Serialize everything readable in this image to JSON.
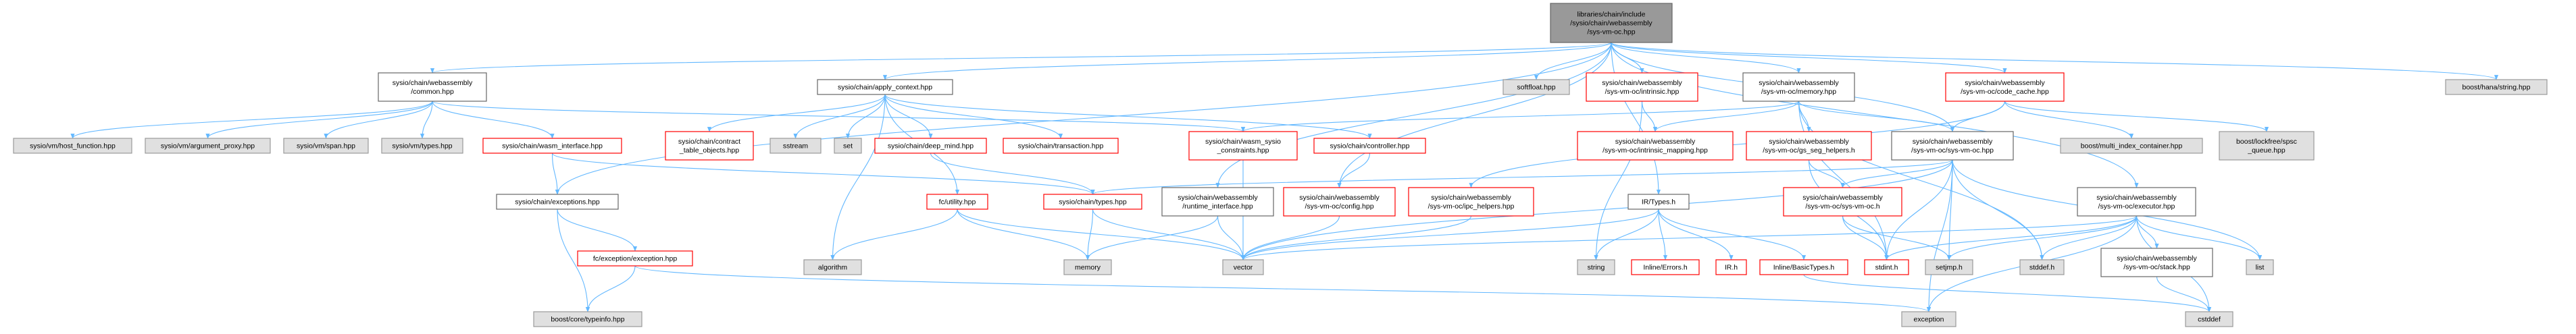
{
  "nodes": [
    {
      "id": "root",
      "lines": [
        "libraries/chain/include",
        "/sysio/chain/webassembly",
        "/sys-vm-oc.hpp"
      ],
      "style": "root"
    },
    {
      "id": "common",
      "lines": [
        "sysio/chain/webassembly",
        "/common.hpp"
      ],
      "style": "normal"
    },
    {
      "id": "apply_context",
      "lines": [
        "sysio/chain/apply_context.hpp"
      ],
      "style": "normal"
    },
    {
      "id": "softfloat",
      "lines": [
        "softfloat.hpp"
      ],
      "style": "gray"
    },
    {
      "id": "intrinsic",
      "lines": [
        "sysio/chain/webassembly",
        "/sys-vm-oc/intrinsic.hpp"
      ],
      "style": "red"
    },
    {
      "id": "memory_hpp",
      "lines": [
        "sysio/chain/webassembly",
        "/sys-vm-oc/memory.hpp"
      ],
      "style": "normal"
    },
    {
      "id": "code_cache",
      "lines": [
        "sysio/chain/webassembly",
        "/sys-vm-oc/code_cache.hpp"
      ],
      "style": "red"
    },
    {
      "id": "hana_string",
      "lines": [
        "boost/hana/string.hpp"
      ],
      "style": "gray"
    },
    {
      "id": "host_function",
      "lines": [
        "sysio/vm/host_function.hpp"
      ],
      "style": "gray"
    },
    {
      "id": "argument_proxy",
      "lines": [
        "sysio/vm/argument_proxy.hpp"
      ],
      "style": "gray"
    },
    {
      "id": "span",
      "lines": [
        "sysio/vm/span.hpp"
      ],
      "style": "gray"
    },
    {
      "id": "vm_types",
      "lines": [
        "sysio/vm/types.hpp"
      ],
      "style": "gray"
    },
    {
      "id": "wasm_interface",
      "lines": [
        "sysio/chain/wasm_interface.hpp"
      ],
      "style": "red"
    },
    {
      "id": "contract_table",
      "lines": [
        "sysio/chain/contract",
        "_table_objects.hpp"
      ],
      "style": "red"
    },
    {
      "id": "sstream",
      "lines": [
        "sstream"
      ],
      "style": "gray"
    },
    {
      "id": "set",
      "lines": [
        "set"
      ],
      "style": "gray"
    },
    {
      "id": "deep_mind",
      "lines": [
        "sysio/chain/deep_mind.hpp"
      ],
      "style": "red"
    },
    {
      "id": "transaction",
      "lines": [
        "sysio/chain/transaction.hpp"
      ],
      "style": "red"
    },
    {
      "id": "wasm_sysio_constraints",
      "lines": [
        "sysio/chain/wasm_sysio",
        "_constraints.hpp"
      ],
      "style": "red"
    },
    {
      "id": "controller",
      "lines": [
        "sysio/chain/controller.hpp"
      ],
      "style": "red"
    },
    {
      "id": "intrinsic_mapping",
      "lines": [
        "sysio/chain/webassembly",
        "/sys-vm-oc/intrinsic_mapping.hpp"
      ],
      "style": "red"
    },
    {
      "id": "gs_seg_helpers",
      "lines": [
        "sysio/chain/webassembly",
        "/sys-vm-oc/gs_seg_helpers.h"
      ],
      "style": "red"
    },
    {
      "id": "sys_vm_oc_hpp",
      "lines": [
        "sysio/chain/webassembly",
        "/sys-vm-oc/sys-vm-oc.hpp"
      ],
      "style": "normal"
    },
    {
      "id": "multi_index",
      "lines": [
        "boost/multi_index_container.hpp"
      ],
      "style": "gray"
    },
    {
      "id": "lockfree",
      "lines": [
        "boost/lockfree/spsc",
        "_queue.hpp"
      ],
      "style": "gray"
    },
    {
      "id": "exceptions",
      "lines": [
        "sysio/chain/exceptions.hpp"
      ],
      "style": "normal"
    },
    {
      "id": "fc_utility",
      "lines": [
        "fc/utility.hpp"
      ],
      "style": "red"
    },
    {
      "id": "chain_types",
      "lines": [
        "sysio/chain/types.hpp"
      ],
      "style": "red"
    },
    {
      "id": "runtime_interface",
      "lines": [
        "sysio/chain/webassembly",
        "/runtime_interface.hpp"
      ],
      "style": "normal"
    },
    {
      "id": "config_hpp",
      "lines": [
        "sysio/chain/webassembly",
        "/sys-vm-oc/config.hpp"
      ],
      "style": "red"
    },
    {
      "id": "ipc_helpers",
      "lines": [
        "sysio/chain/webassembly",
        "/sys-vm-oc/ipc_helpers.hpp"
      ],
      "style": "red"
    },
    {
      "id": "ir_types",
      "lines": [
        "IR/Types.h"
      ],
      "style": "normal"
    },
    {
      "id": "sys_vm_oc_h",
      "lines": [
        "sysio/chain/webassembly",
        "/sys-vm-oc/sys-vm-oc.h"
      ],
      "style": "red"
    },
    {
      "id": "executor",
      "lines": [
        "sysio/chain/webassembly",
        "/sys-vm-oc/executor.hpp"
      ],
      "style": "normal"
    },
    {
      "id": "fc_exception",
      "lines": [
        "fc/exception/exception.hpp"
      ],
      "style": "red"
    },
    {
      "id": "algorithm",
      "lines": [
        "algorithm"
      ],
      "style": "gray"
    },
    {
      "id": "memory",
      "lines": [
        "memory"
      ],
      "style": "gray"
    },
    {
      "id": "vector",
      "lines": [
        "vector"
      ],
      "style": "gray"
    },
    {
      "id": "string",
      "lines": [
        "string"
      ],
      "style": "gray"
    },
    {
      "id": "inline_errors",
      "lines": [
        "Inline/Errors.h"
      ],
      "style": "red"
    },
    {
      "id": "ir_h",
      "lines": [
        "IR.h"
      ],
      "style": "red"
    },
    {
      "id": "inline_basictypes",
      "lines": [
        "Inline/BasicTypes.h"
      ],
      "style": "red"
    },
    {
      "id": "stdint",
      "lines": [
        "stdint.h"
      ],
      "style": "red"
    },
    {
      "id": "setjmp",
      "lines": [
        "setjmp.h"
      ],
      "style": "gray"
    },
    {
      "id": "stddef",
      "lines": [
        "stddef.h"
      ],
      "style": "gray"
    },
    {
      "id": "stack_hpp",
      "lines": [
        "sysio/chain/webassembly",
        "/sys-vm-oc/stack.hpp"
      ],
      "style": "normal"
    },
    {
      "id": "list",
      "lines": [
        "list"
      ],
      "style": "gray"
    },
    {
      "id": "typeinfo",
      "lines": [
        "boost/core/typeinfo.hpp"
      ],
      "style": "gray"
    },
    {
      "id": "exception",
      "lines": [
        "exception"
      ],
      "style": "gray"
    },
    {
      "id": "cstddef",
      "lines": [
        "cstddef"
      ],
      "style": "gray"
    }
  ],
  "edges": [
    [
      "root",
      "common"
    ],
    [
      "root",
      "apply_context"
    ],
    [
      "root",
      "softfloat"
    ],
    [
      "root",
      "intrinsic"
    ],
    [
      "root",
      "memory_hpp"
    ],
    [
      "root",
      "code_cache"
    ],
    [
      "root",
      "hana_string"
    ],
    [
      "root",
      "exceptions"
    ],
    [
      "root",
      "runtime_interface"
    ],
    [
      "root",
      "config_hpp"
    ],
    [
      "root",
      "ir_types"
    ],
    [
      "root",
      "sys_vm_oc_hpp"
    ],
    [
      "root",
      "executor"
    ],
    [
      "common",
      "host_function"
    ],
    [
      "common",
      "argument_proxy"
    ],
    [
      "common",
      "span"
    ],
    [
      "common",
      "vm_types"
    ],
    [
      "common",
      "wasm_interface"
    ],
    [
      "common",
      "wasm_sysio_constraints"
    ],
    [
      "wasm_interface",
      "exceptions"
    ],
    [
      "wasm_interface",
      "chain_types"
    ],
    [
      "apply_context",
      "contract_table"
    ],
    [
      "apply_context",
      "sstream"
    ],
    [
      "apply_context",
      "set"
    ],
    [
      "apply_context",
      "deep_mind"
    ],
    [
      "apply_context",
      "transaction"
    ],
    [
      "apply_context",
      "controller"
    ],
    [
      "apply_context",
      "fc_utility"
    ],
    [
      "apply_context",
      "algorithm"
    ],
    [
      "deep_mind",
      "chain_types"
    ],
    [
      "controller",
      "config_hpp"
    ],
    [
      "intrinsic",
      "intrinsic_mapping"
    ],
    [
      "intrinsic",
      "string"
    ],
    [
      "memory_hpp",
      "intrinsic_mapping"
    ],
    [
      "memory_hpp",
      "gs_seg_helpers"
    ],
    [
      "memory_hpp",
      "sys_vm_oc_hpp"
    ],
    [
      "memory_hpp",
      "wasm_sysio_constraints"
    ],
    [
      "memory_hpp",
      "stdint"
    ],
    [
      "memory_hpp",
      "stddef"
    ],
    [
      "code_cache",
      "sys_vm_oc_hpp"
    ],
    [
      "code_cache",
      "multi_index"
    ],
    [
      "code_cache",
      "lockfree"
    ],
    [
      "code_cache",
      "ipc_helpers"
    ],
    [
      "gs_seg_helpers",
      "sys_vm_oc_h"
    ],
    [
      "gs_seg_helpers",
      "stdint"
    ],
    [
      "sys_vm_oc_hpp",
      "chain_types"
    ],
    [
      "sys_vm_oc_hpp",
      "sys_vm_oc_h"
    ],
    [
      "sys_vm_oc_hpp",
      "setjmp"
    ],
    [
      "sys_vm_oc_hpp",
      "stddef"
    ],
    [
      "sys_vm_oc_hpp",
      "vector"
    ],
    [
      "sys_vm_oc_hpp",
      "exception"
    ],
    [
      "sys_vm_oc_hpp",
      "list"
    ],
    [
      "sys_vm_oc_hpp",
      "stdint"
    ],
    [
      "sys_vm_oc_h",
      "stdint"
    ],
    [
      "sys_vm_oc_h",
      "setjmp"
    ],
    [
      "exceptions",
      "fc_exception"
    ],
    [
      "exceptions",
      "typeinfo"
    ],
    [
      "fc_exception",
      "typeinfo"
    ],
    [
      "fc_exception",
      "exception"
    ],
    [
      "fc_utility",
      "algorithm"
    ],
    [
      "fc_utility",
      "memory"
    ],
    [
      "fc_utility",
      "vector"
    ],
    [
      "chain_types",
      "memory"
    ],
    [
      "chain_types",
      "vector"
    ],
    [
      "runtime_interface",
      "memory"
    ],
    [
      "runtime_interface",
      "vector"
    ],
    [
      "wasm_sysio_constraints",
      "vector"
    ],
    [
      "config_hpp",
      "vector"
    ],
    [
      "ipc_helpers",
      "vector"
    ],
    [
      "ir_types",
      "inline_errors"
    ],
    [
      "ir_types",
      "ir_h"
    ],
    [
      "ir_types",
      "inline_basictypes"
    ],
    [
      "ir_types",
      "string"
    ],
    [
      "ir_types",
      "vector"
    ],
    [
      "inline_basictypes",
      "cstddef"
    ],
    [
      "executor",
      "stack_hpp"
    ],
    [
      "executor",
      "stddef"
    ],
    [
      "executor",
      "list"
    ],
    [
      "executor",
      "setjmp"
    ],
    [
      "executor",
      "vector"
    ],
    [
      "executor",
      "stdint"
    ],
    [
      "executor",
      "exception"
    ],
    [
      "executor",
      "cstddef"
    ],
    [
      "stack_hpp",
      "cstddef"
    ]
  ],
  "colors": {
    "edge": "#63b8ff",
    "root_fill": "#999999",
    "root_stroke": "#666666",
    "normal_fill": "#ffffff",
    "normal_stroke": "#666666",
    "red_fill": "#ffffff",
    "red_stroke": "#ff0000",
    "gray_fill": "#e0e0e0",
    "gray_stroke": "#999999",
    "text": "#000000"
  }
}
